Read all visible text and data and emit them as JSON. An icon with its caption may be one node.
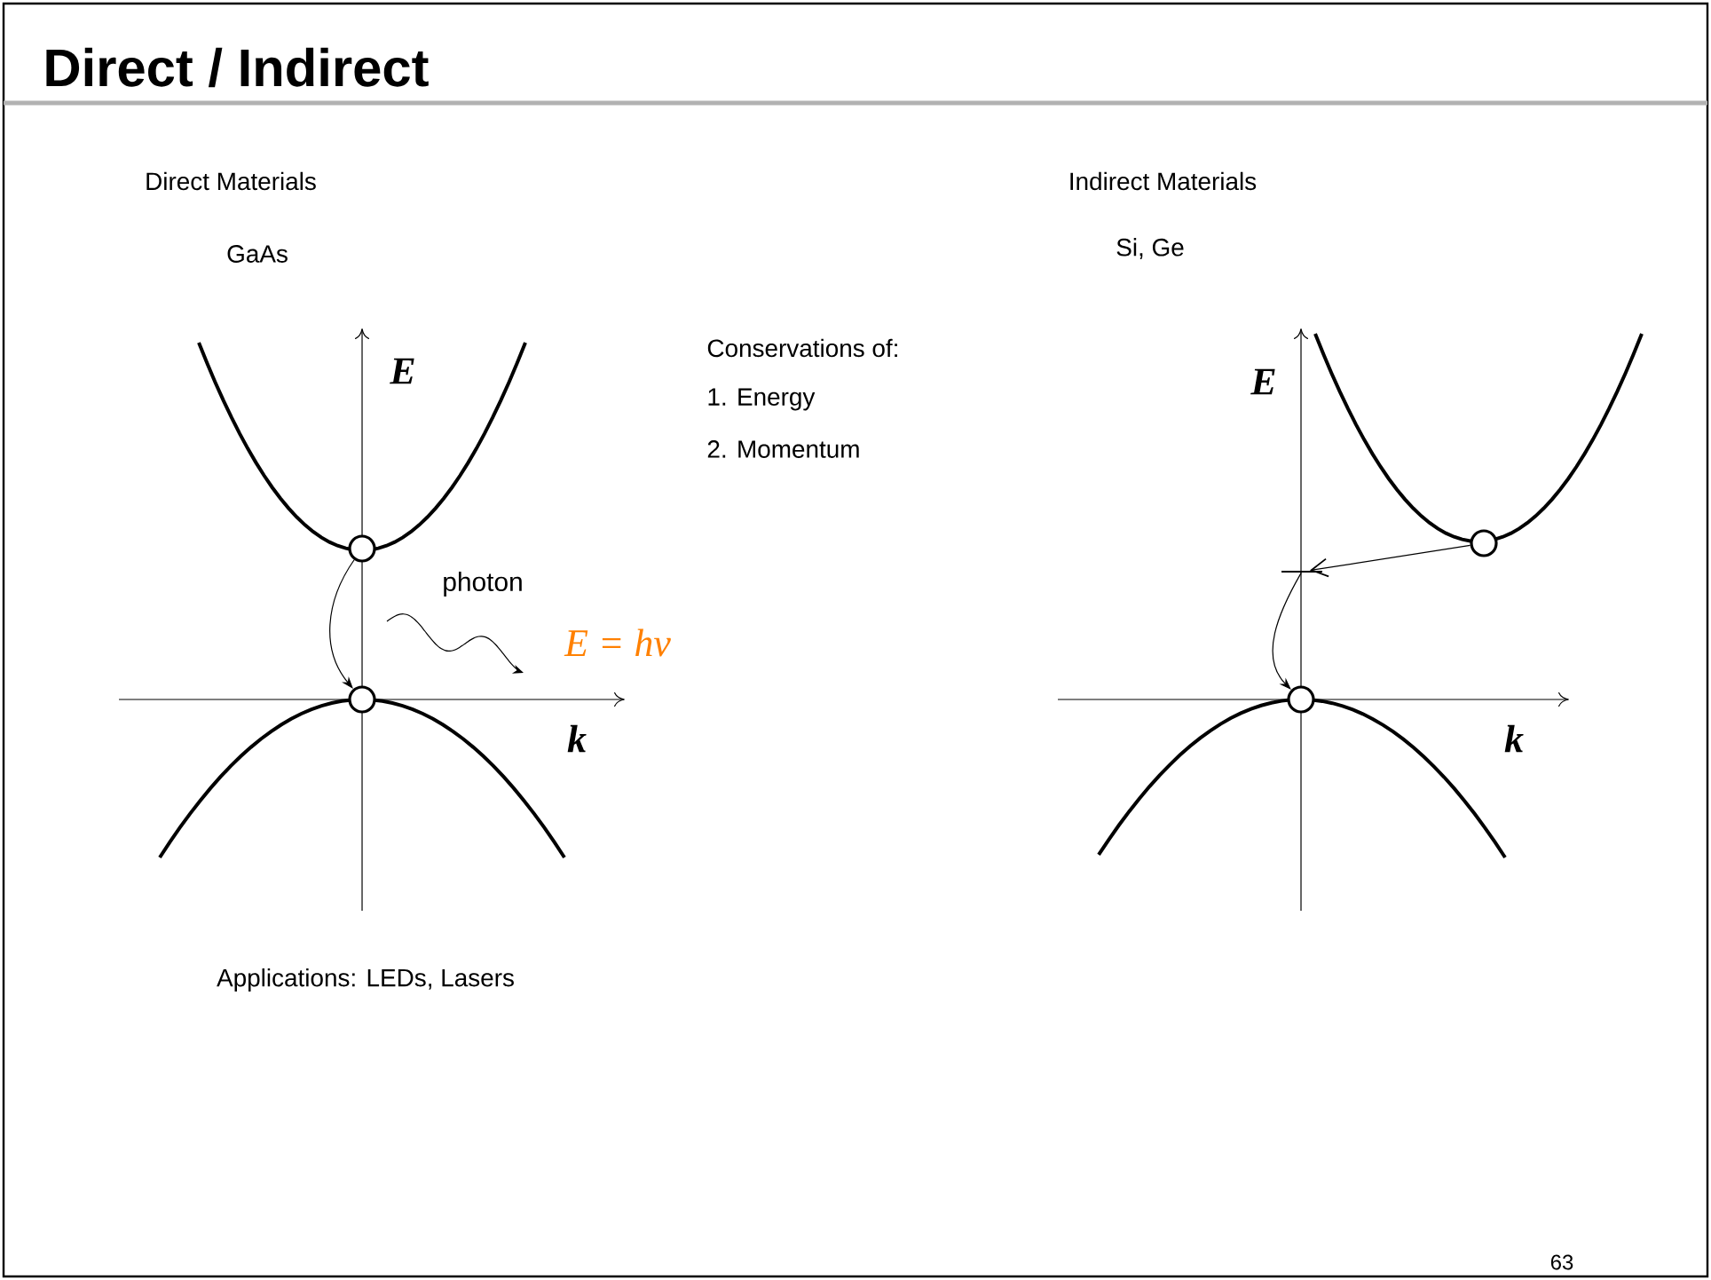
{
  "diagram": {
    "title": "Direct / Indirect",
    "nodes": [
      {
        "text": [],
        "shape": "circle"
      },
      {
        "text": [],
        "shape": "circle"
      },
      {
        "text": [],
        "shape": "circle"
      },
      {
        "text": [],
        "shape": "bar"
      },
      {
        "text": [],
        "shape": "circle"
      }
    ],
    "edges": [
      {
        "from": 0,
        "to": 1,
        "arrow": "to"
      },
      {
        "from": 2,
        "to": 3,
        "arrow": "to"
      },
      {
        "from": 3,
        "to": 4,
        "arrow": "to"
      }
    ],
    "labels": [
      "Direct Materials",
      "GaAs",
      "Indirect Materials",
      "Si, Ge",
      "Conservations of:",
      "1. Energy",
      "2. Momentum",
      "E",
      "photon",
      "E = hν",
      "k",
      "E",
      "k",
      "Applications: LEDs, Lasers",
      "63"
    ]
  }
}
